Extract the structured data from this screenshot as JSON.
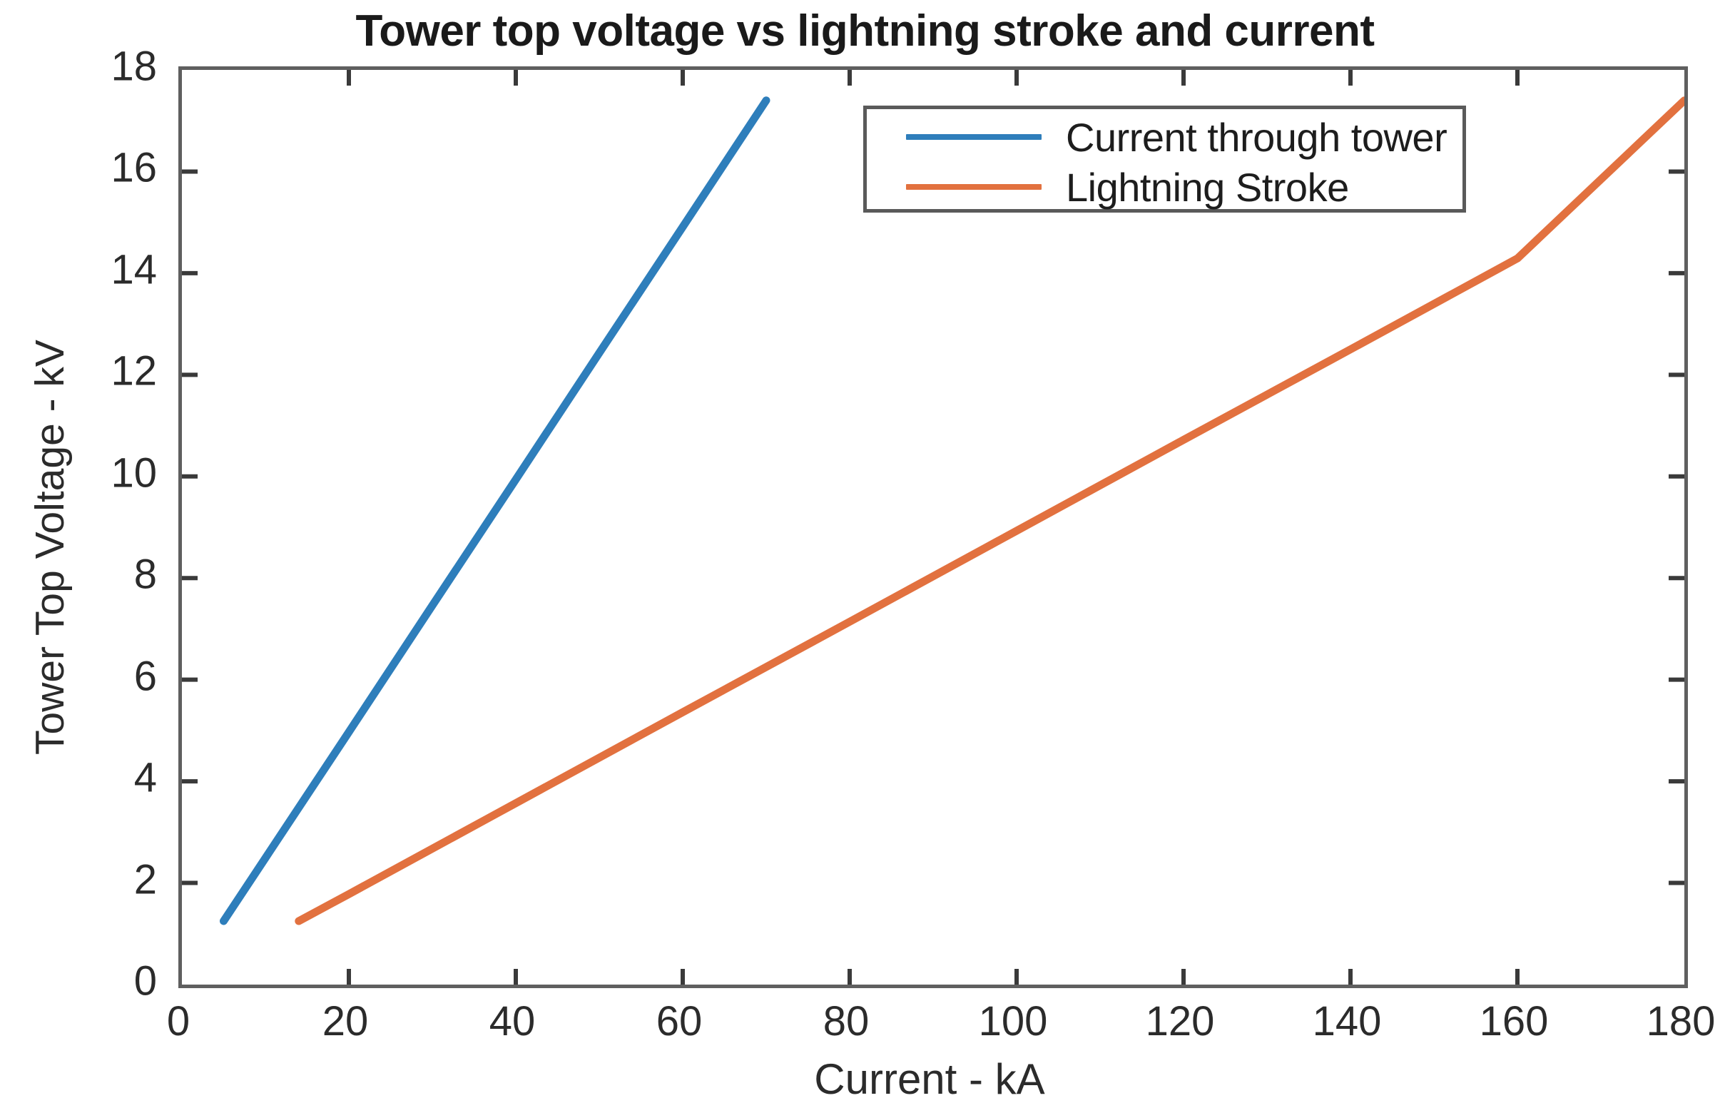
{
  "chart_data": {
    "type": "line",
    "title": "Tower top voltage vs lightning stroke and current",
    "xlabel": "Current - kA",
    "ylabel": "Tower Top Voltage - kV",
    "xlim": [
      0,
      180
    ],
    "ylim": [
      0,
      18
    ],
    "xticks": [
      0,
      20,
      40,
      60,
      80,
      100,
      120,
      140,
      160,
      180
    ],
    "yticks": [
      0,
      2,
      4,
      6,
      8,
      10,
      12,
      14,
      16,
      18
    ],
    "xtick_labels": [
      "0",
      "20",
      "40",
      "60",
      "80",
      "100",
      "120",
      "140",
      "160",
      "180"
    ],
    "ytick_labels": [
      "0",
      "2",
      "4",
      "6",
      "8",
      "10",
      "12",
      "14",
      "16",
      "18"
    ],
    "grid": false,
    "legend_position": "top-center-right",
    "series": [
      {
        "name": "Current through tower",
        "color": "#2e7ebb",
        "x": [
          5,
          10,
          20,
          30,
          40,
          50,
          60,
          70
        ],
        "y": [
          1.25,
          2.49,
          4.97,
          7.46,
          9.94,
          12.43,
          14.91,
          17.4
        ]
      },
      {
        "name": "Lightning Stroke",
        "color": "#e2713f",
        "x": [
          14,
          20,
          40,
          60,
          80,
          100,
          120,
          140,
          160,
          180
        ],
        "y": [
          1.25,
          1.78,
          3.57,
          5.36,
          7.14,
          8.93,
          10.72,
          12.5,
          14.29,
          17.4
        ]
      }
    ]
  },
  "legend": {
    "entries": [
      {
        "label": "Current through tower",
        "color": "#2e7ebb"
      },
      {
        "label": "Lightning Stroke",
        "color": "#e2713f"
      }
    ]
  },
  "axes": {
    "frame_color": "#5f5f5f",
    "tick_color": "#3a3a3a",
    "background": "#ffffff"
  }
}
